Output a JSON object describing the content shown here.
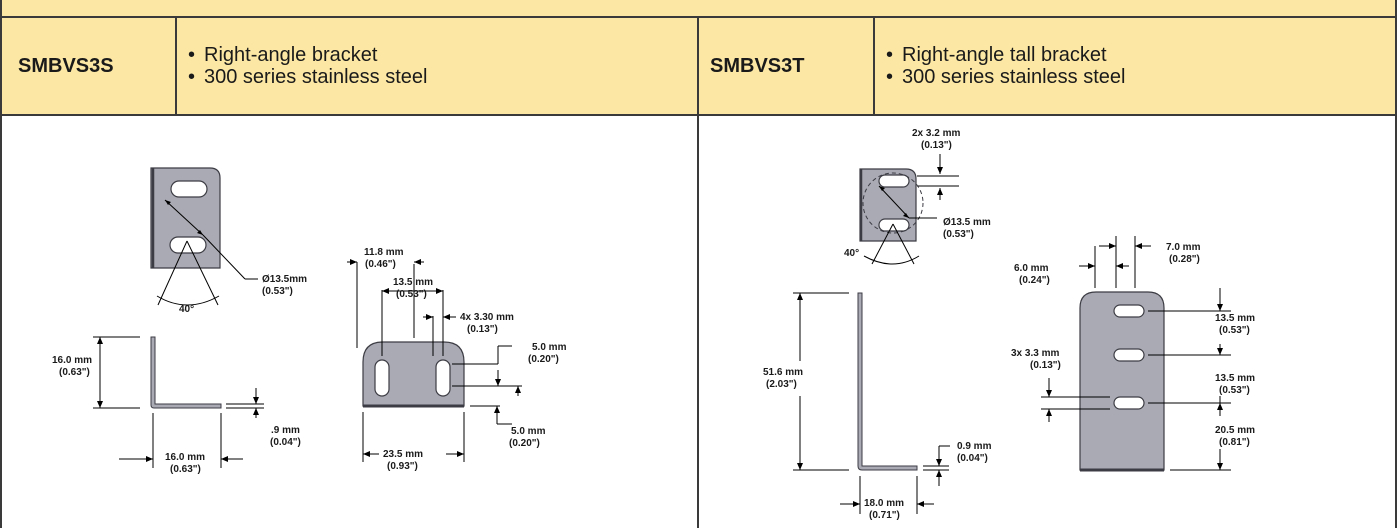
{
  "left_product": {
    "model": "SMBVS3S",
    "features": [
      "Right-angle bracket",
      "300 series stainless steel"
    ],
    "dims": {
      "hole_diameter": "Ø13.5mm",
      "hole_diameter_in": "(0.53\")",
      "angle": "40°",
      "height": "16.0 mm",
      "height_in": "(0.63\")",
      "thickness": ".9 mm",
      "thickness_in": "(0.04\")",
      "base": "16.0 mm",
      "base_in": "(0.63\")",
      "top_offset": "11.8 mm",
      "top_offset_in": "(0.46\")",
      "slot_spacing": "13.5 mm",
      "slot_spacing_in": "(0.53\")",
      "slot_width": "4x 3.30 mm",
      "slot_width_in": "(0.13\")",
      "upper_edge": "5.0 mm",
      "upper_edge_in": "(0.20\")",
      "lower_edge": "5.0 mm",
      "lower_edge_in": "(0.20\")",
      "width": "23.5 mm",
      "width_in": "(0.93\")"
    }
  },
  "right_product": {
    "model": "SMBVS3T",
    "features": [
      "Right-angle tall bracket",
      "300 series stainless steel"
    ],
    "dims": {
      "slot_width": "2x 3.2 mm",
      "slot_width_in": "(0.13\")",
      "hole_diameter": "Ø13.5 mm",
      "hole_diameter_in": "(0.53\")",
      "angle": "40°",
      "height": "51.6 mm",
      "height_in": "(2.03\")",
      "thickness": "0.9 mm",
      "thickness_in": "(0.04\")",
      "base": "18.0 mm",
      "base_in": "(0.71\")",
      "slot_offset": "7.0 mm",
      "slot_offset_in": "(0.28\")",
      "side_offset": "6.0 mm",
      "side_offset_in": "(0.24\")",
      "spacing_1": "13.5 mm",
      "spacing_1_in": "(0.53\")",
      "spacing_2": "13.5 mm",
      "spacing_2_in": "(0.53\")",
      "lower_spacing": "20.5 mm",
      "lower_spacing_in": "(0.81\")",
      "slot_size": "3x 3.3 mm",
      "slot_size_in": "(0.13\")"
    }
  }
}
